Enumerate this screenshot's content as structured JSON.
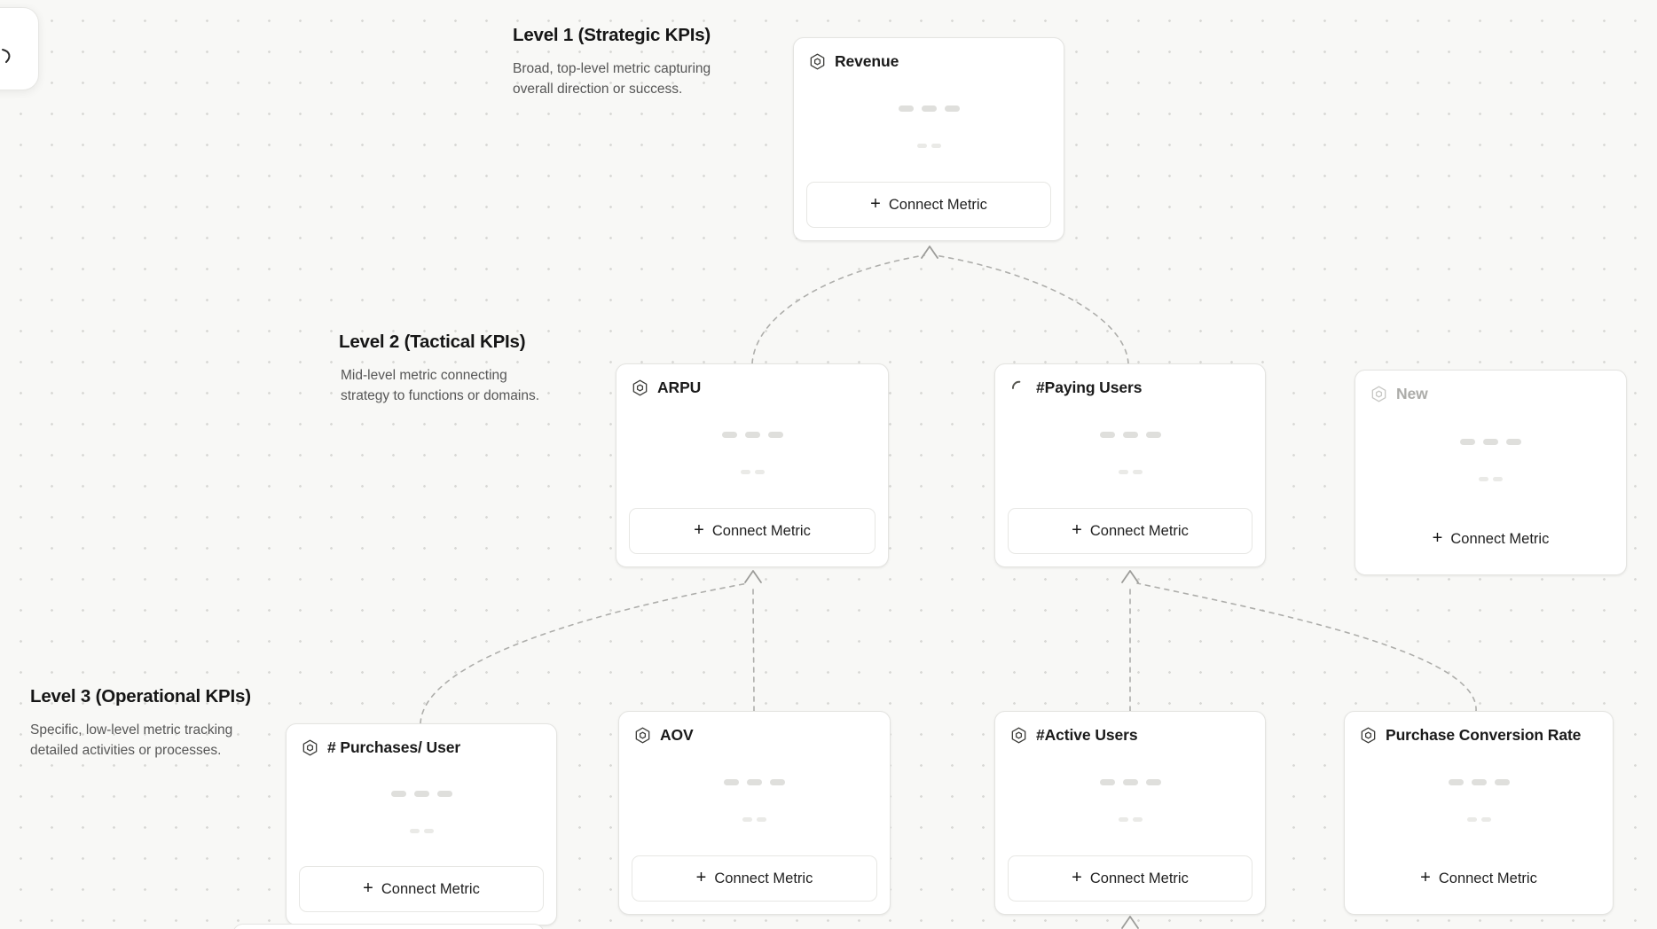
{
  "app": {
    "view": "metric-tree-canvas"
  },
  "ui": {
    "plus": "+"
  },
  "levels": [
    {
      "title": "Level 1 (Strategic KPIs)",
      "description": "Broad, top-level metric capturing overall direction or success."
    },
    {
      "title": "Level 2 (Tactical KPIs)",
      "description": "Mid-level metric connecting strategy to functions or domains."
    },
    {
      "title": "Level 3 (Operational KPIs)",
      "description": "Specific, low-level metric tracking detailed activities or processes."
    }
  ],
  "cards": [
    {
      "id": "revenue",
      "title": "Revenue",
      "icon": "hexagon-metric-icon",
      "state": "default",
      "button_label": "Connect Metric"
    },
    {
      "id": "arpu",
      "title": "ARPU",
      "icon": "hexagon-metric-icon",
      "state": "default",
      "button_label": "Connect Metric"
    },
    {
      "id": "paying-users",
      "title": "#Paying Users",
      "icon": "spinner-icon",
      "state": "loading",
      "button_label": "Connect Metric"
    },
    {
      "id": "new",
      "title": "New",
      "icon": "hexagon-metric-icon",
      "state": "draft",
      "button_label": "Connect Metric"
    },
    {
      "id": "purchases-per-user",
      "title": "# Purchases/ User",
      "icon": "hexagon-metric-icon",
      "state": "default",
      "button_label": "Connect Metric"
    },
    {
      "id": "aov",
      "title": "AOV",
      "icon": "hexagon-metric-icon",
      "state": "default",
      "button_label": "Connect Metric"
    },
    {
      "id": "active-users",
      "title": "#Active Users",
      "icon": "hexagon-metric-icon",
      "state": "default",
      "button_label": "Connect Metric"
    },
    {
      "id": "purchase-conversion-rate",
      "title": "Purchase Conversion Rate",
      "icon": "hexagon-metric-icon",
      "state": "default",
      "button_label": "Connect Metric"
    }
  ],
  "edges": [
    {
      "from": "ARPU",
      "to": "Revenue"
    },
    {
      "from": "#Paying Users",
      "to": "Revenue"
    },
    {
      "from": "# Purchases/ User",
      "to": "ARPU"
    },
    {
      "from": "AOV",
      "to": "ARPU"
    },
    {
      "from": "#Active Users",
      "to": "#Paying Users"
    },
    {
      "from": "Purchase Conversion Rate",
      "to": "#Paying Users"
    },
    {
      "from": null,
      "to": "#Active Users"
    }
  ],
  "colors": {
    "canvas_bg": "#F8F8F6",
    "dot": "#D9D9D6",
    "card_border": "#E4E4E1",
    "edge": "#AEAEAB",
    "text_primary": "#1A1A1A",
    "text_muted": "#ACACA9"
  }
}
